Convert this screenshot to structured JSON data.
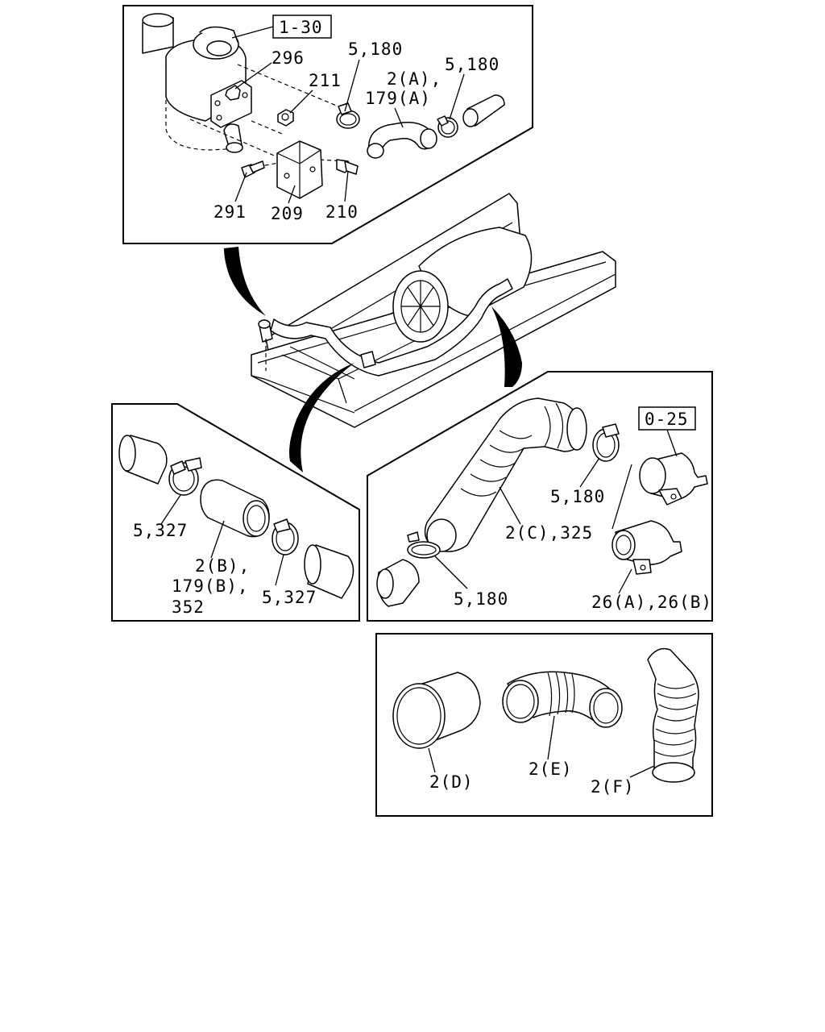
{
  "labels": {
    "ref_top": "1-30",
    "l296": "296",
    "l211": "211",
    "l5180_a": "5,180",
    "l2a": "2(A),",
    "l179a": "179(A)",
    "l5180_b": "5,180",
    "l291": "291",
    "l209": "209",
    "l210": "210",
    "ref_right": "0-25",
    "l5180_c": "5,180",
    "l2c325": "2(C),325",
    "l5180_d": "5,180",
    "l26ab": "26(A),26(B)",
    "l5327_a": "5,327",
    "l2b": "2(B),",
    "l179b": "179(B),",
    "l352": "352",
    "l5327_b": "5,327",
    "l2d": "2(D)",
    "l2e": "2(E)",
    "l2f": "2(F)"
  }
}
